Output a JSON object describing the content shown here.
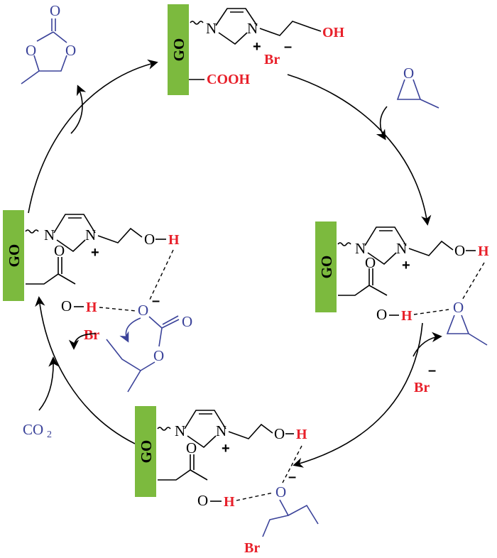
{
  "labels": {
    "go": "GO",
    "n": "N",
    "n_plus": "N",
    "plus": "+",
    "minus": "–",
    "oh": "OH",
    "o": "O",
    "h": "H",
    "cooh": "COOH",
    "br": "Br",
    "co2_main": "CO",
    "co2_sub": "2"
  },
  "colors": {
    "go_bar": "#7cba3e",
    "red_atoms": "#e8202a",
    "blue_species": "#3a4299",
    "bonds": "#000000"
  },
  "species": [
    {
      "id": "catalyst",
      "name": "GO-imidazolium bromide catalyst"
    },
    {
      "id": "epoxide",
      "name": "propylene oxide"
    },
    {
      "id": "activated",
      "name": "H-bond activated epoxide"
    },
    {
      "id": "ring-opened",
      "name": "bromo-alkoxide intermediate"
    },
    {
      "id": "co2",
      "name": "carbon dioxide"
    },
    {
      "id": "carbonate-intermediate",
      "name": "carbonate alkoxide"
    },
    {
      "id": "product",
      "name": "propylene carbonate"
    }
  ]
}
